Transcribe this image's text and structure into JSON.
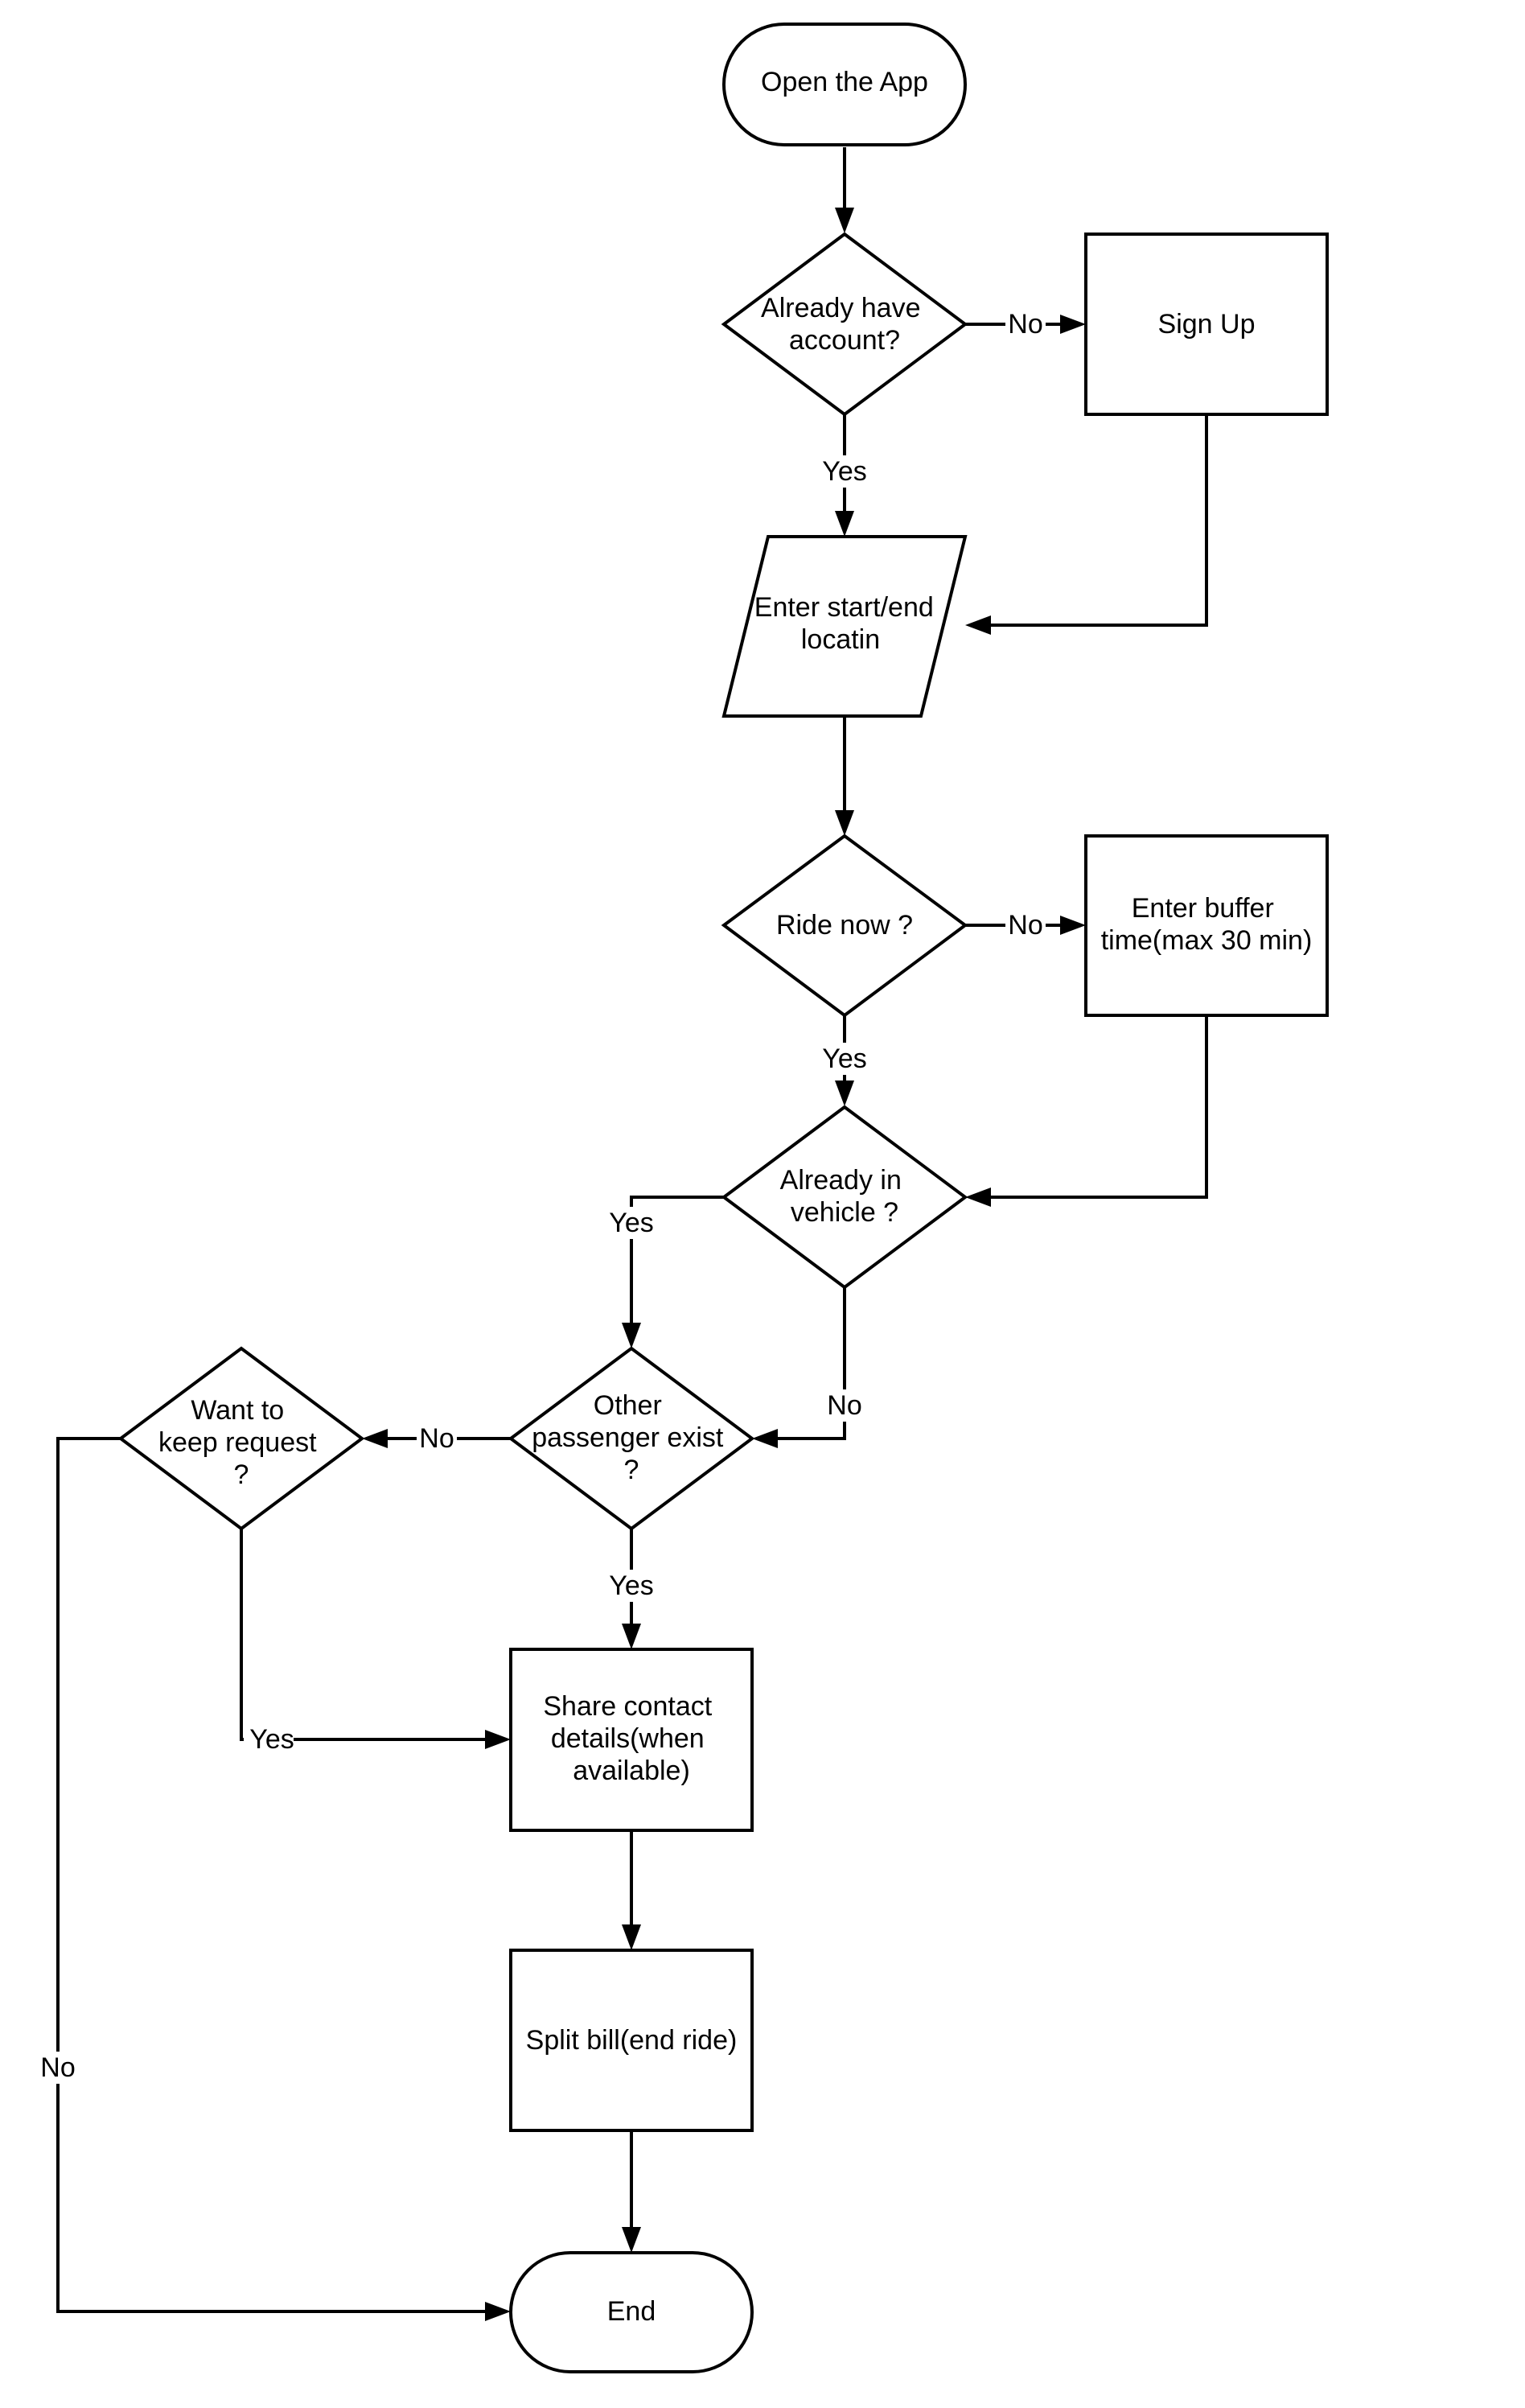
{
  "diagram": {
    "nodes": {
      "open_app": {
        "lines": [
          "Open the App"
        ]
      },
      "already_have_account": {
        "lines": [
          "Already have",
          "account?"
        ]
      },
      "sign_up": {
        "lines": [
          "Sign Up"
        ]
      },
      "enter_location": {
        "lines": [
          "Enter start/end",
          "locatin"
        ]
      },
      "ride_now": {
        "lines": [
          "Ride now ?"
        ]
      },
      "enter_buffer": {
        "lines": [
          "Enter buffer",
          "time(max 30 min)"
        ]
      },
      "already_in_vehicle": {
        "lines": [
          "Already in",
          "vehicle ?"
        ]
      },
      "other_passenger": {
        "lines": [
          "Other",
          "passenger exist",
          "?"
        ]
      },
      "want_keep_request": {
        "lines": [
          "Want to",
          "keep request",
          "?"
        ]
      },
      "share_contact": {
        "lines": [
          "Share contact",
          "details(when",
          "available)"
        ]
      },
      "split_bill": {
        "lines": [
          "Split bill(end ride)"
        ]
      },
      "end": {
        "lines": [
          "End"
        ]
      }
    },
    "edge_labels": {
      "account_no": "No",
      "account_yes": "Yes",
      "ride_now_no": "No",
      "ride_now_yes": "Yes",
      "vehicle_yes": "Yes",
      "vehicle_no": "No",
      "passenger_no": "No",
      "passenger_yes": "Yes",
      "keep_yes": "Yes",
      "keep_no": "No"
    }
  }
}
